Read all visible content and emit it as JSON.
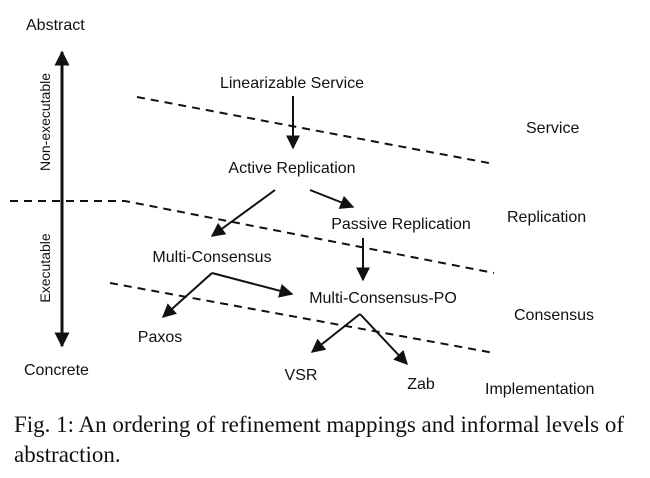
{
  "axis": {
    "top_label": "Abstract",
    "bottom_label": "Concrete",
    "upper_section": "Non-executable",
    "lower_section": "Executable"
  },
  "levels": {
    "service": "Service",
    "replication": "Replication",
    "consensus": "Consensus",
    "implementation": "Implementation"
  },
  "nodes": {
    "linearizable_service": "Linearizable Service",
    "active_replication": "Active Replication",
    "passive_replication": "Passive Replication",
    "multi_consensus": "Multi-Consensus",
    "multi_consensus_po": "Multi-Consensus-PO",
    "paxos": "Paxos",
    "vsr": "VSR",
    "zab": "Zab"
  },
  "edges": [
    [
      "linearizable_service",
      "active_replication"
    ],
    [
      "active_replication",
      "multi_consensus"
    ],
    [
      "active_replication",
      "passive_replication"
    ],
    [
      "passive_replication",
      "multi_consensus_po"
    ],
    [
      "multi_consensus",
      "paxos"
    ],
    [
      "multi_consensus",
      "multi_consensus_po"
    ],
    [
      "multi_consensus_po",
      "vsr"
    ],
    [
      "multi_consensus_po",
      "zab"
    ]
  ],
  "caption": "Fig. 1: An ordering of refinement mappings and informal levels of abstraction."
}
